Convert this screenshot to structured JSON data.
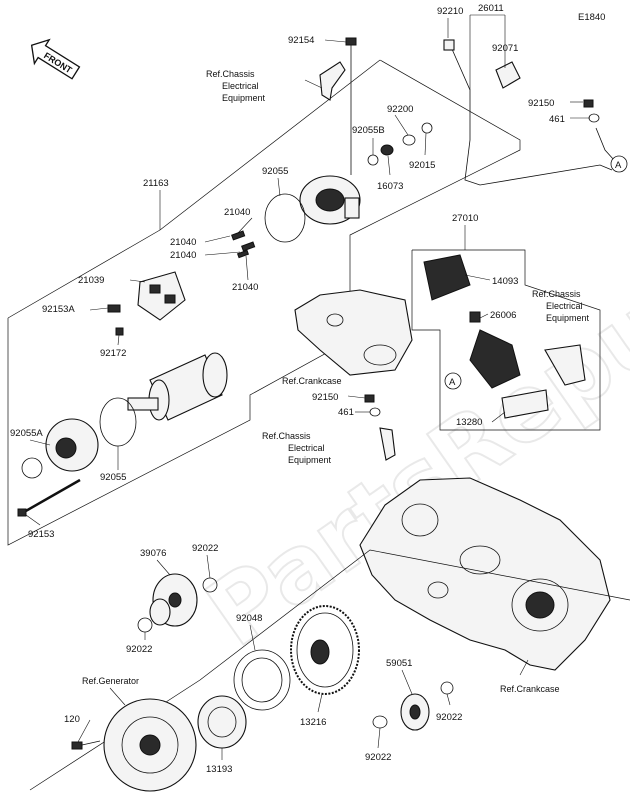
{
  "diagram_code": "E1840",
  "front_arrow_label": "FRONT",
  "watermark": "PartsRepublik",
  "part_numbers": {
    "p92154": "92154",
    "p92210": "92210",
    "p26011": "26011",
    "p92071": "92071",
    "p92200": "92200",
    "p92055B": "92055B",
    "p16073": "16073",
    "p92015": "92015",
    "p92150a": "92150",
    "p461a": "461",
    "p21163": "21163",
    "p92055": "92055",
    "p21040a": "21040",
    "p21040b": "21040",
    "p21040c": "21040",
    "p21040d": "21040",
    "p21039": "21039",
    "p92153A": "92153A",
    "p92172": "92172",
    "p92055A": "92055A",
    "p92055c": "92055",
    "p92153": "92153",
    "p27010": "27010",
    "p14093": "14093",
    "p26006": "26006",
    "p13280": "13280",
    "p92150b": "92150",
    "p461b": "461",
    "p39076": "39076",
    "p92022a": "92022",
    "p92022b": "92022",
    "p92048": "92048",
    "p120": "120",
    "p13193": "13193",
    "p13216": "13216",
    "p59051": "59051",
    "p92022c": "92022",
    "p92022d": "92022"
  },
  "ref_labels": {
    "chassis_top": [
      "Ref.Chassis",
      "Electrical",
      "Equipment"
    ],
    "chassis_right": [
      "Ref.Chassis",
      "Electrical",
      "Equipment"
    ],
    "chassis_mid": [
      "Ref.Chassis",
      "Electrical",
      "Equipment"
    ],
    "crankcase_top": "Ref.Crankcase",
    "crankcase_bottom": "Ref.Crankcase",
    "generator": "Ref.Generator"
  },
  "callouts": {
    "a1": "A",
    "a2": "A"
  }
}
